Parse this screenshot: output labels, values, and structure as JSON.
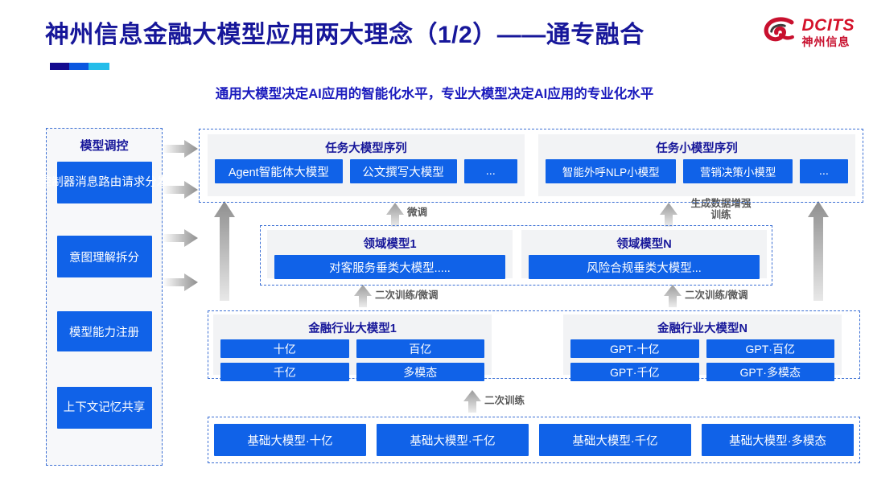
{
  "header": {
    "title": "神州信息金融大模型应用两大理念（1/2）——通专融合",
    "subtitle": "通用大模型决定AI应用的智能化水平，专业大模型决定AI应用的专业化水平",
    "logo": {
      "en": "DCITS",
      "cn": "神州信息",
      "mark": "swirl-logo-icon"
    },
    "accent_colors": [
      "#140a8f",
      "#0b57e0",
      "#24bdea"
    ]
  },
  "colors": {
    "pill_blue": "#1062e8",
    "title_navy": "#17179a",
    "panel_gray": "#f2f3f5",
    "dashed_border": "#3b6fd4",
    "arrow_gray": "#a6a6a6",
    "logo_red": "#c8102e"
  },
  "sidebar": {
    "header": "模型调控",
    "items": [
      {
        "label": "控制器消息路由请求分发"
      },
      {
        "label": "意图理解拆分"
      },
      {
        "label": "模型能力注册"
      },
      {
        "label": "上下文记忆共享"
      }
    ]
  },
  "task_row": {
    "left": {
      "title": "任务大模型序列",
      "items": [
        "Agent智能体大模型",
        "公文撰写大模型",
        "..."
      ]
    },
    "right": {
      "title": "任务小模型序列",
      "items": [
        "智能外呼NLP小模型",
        "营销决策小模型",
        "..."
      ]
    }
  },
  "domain_row": {
    "left": {
      "title": "领域模型1",
      "item": "对客服务垂类大模型....."
    },
    "right": {
      "title": "领域模型N",
      "item": "风险合规垂类大模型..."
    }
  },
  "industry_row": {
    "left": {
      "title": "金融行业大模型1",
      "items": [
        "十亿",
        "百亿",
        "千亿",
        "多模态"
      ]
    },
    "right": {
      "title": "金融行业大模型N",
      "items": [
        "GPT·十亿",
        "GPT·百亿",
        "GPT·千亿",
        "GPT·多模态"
      ]
    }
  },
  "base_row": {
    "items": [
      "基础大模型·十亿",
      "基础大模型·千亿",
      "基础大模型·千亿",
      "基础大模型·多模态"
    ]
  },
  "arrow_labels": {
    "finetune": "微调",
    "data_augment": "生成数据增强\n训练",
    "data_augment_line1": "生成数据增强",
    "data_augment_line2": "训练",
    "retrain_finetune_left": "二次训练/微调",
    "retrain_finetune_right": "二次训练/微调",
    "retrain": "二次训练"
  }
}
